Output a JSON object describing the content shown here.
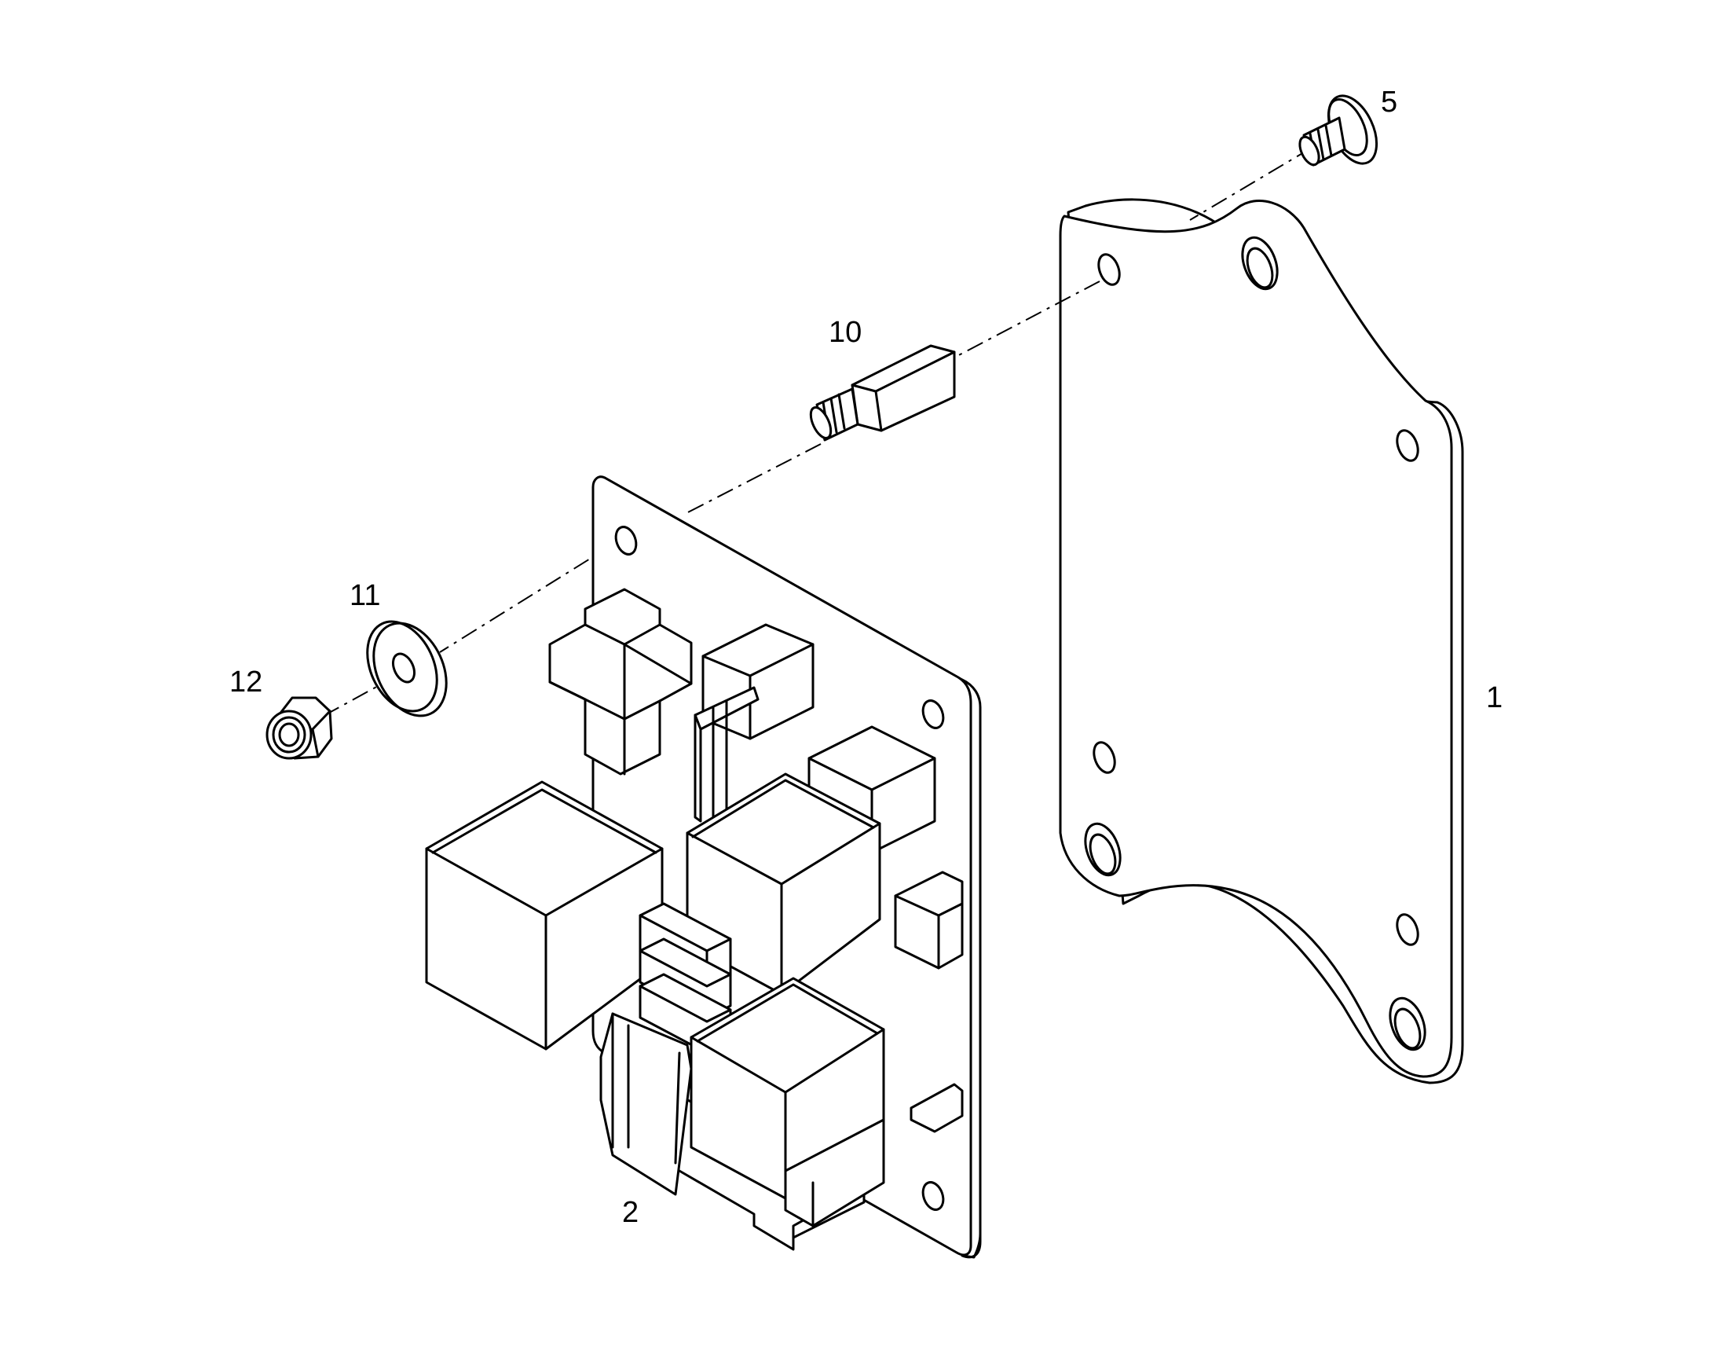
{
  "callouts": {
    "plate": "1",
    "relay_board": "2",
    "screw": "5",
    "standoff": "10",
    "washer": "11",
    "nut": "12"
  },
  "colors": {
    "line": "#000000",
    "background": "#ffffff"
  }
}
